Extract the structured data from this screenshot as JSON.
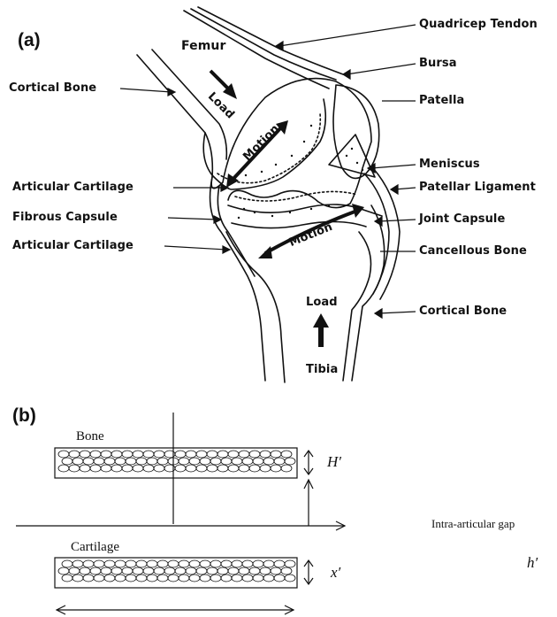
{
  "panel_a": {
    "label": "(a)",
    "femur": "Femur",
    "tibia": "Tibia",
    "load_top": "Load",
    "load_bottom": "Load",
    "motion_top": "Motion",
    "motion_bottom": "Motion",
    "callouts_left": [
      "Cortical Bone",
      "Articular Cartilage",
      "Fibrous Capsule",
      "Articular Cartilage"
    ],
    "callouts_right": [
      "Quadricep Tendon",
      "Bursa",
      "Patella",
      "Meniscus",
      "Patellar Ligament",
      "Joint Capsule",
      "Cancellous Bone",
      "Cortical Bone"
    ]
  },
  "panel_b": {
    "label": "(b)",
    "bone_label": "Bone",
    "cartilage_label": "Cartilage",
    "h_prime": "H′",
    "x_prime": "x′",
    "h_prime_small": "h′",
    "gap_label": "Intra-articular gap"
  },
  "colors": {
    "ink": "#111111",
    "background": "#ffffff"
  }
}
